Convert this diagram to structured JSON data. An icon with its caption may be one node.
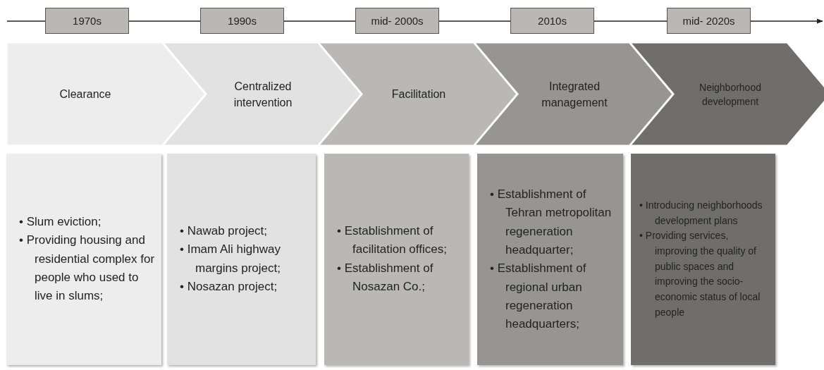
{
  "diagram": {
    "nodes": [
      {
        "text": [
          "1970s"
        ]
      },
      {
        "text": [
          "1990s"
        ]
      },
      {
        "text": [
          "mid- 2000s"
        ]
      },
      {
        "text": [
          "2010s"
        ]
      },
      {
        "text": [
          "mid- 2020s"
        ]
      },
      {
        "text": [
          "Clearance"
        ]
      },
      {
        "text": [
          "Centralized intervention"
        ]
      },
      {
        "text": [
          "Facilitation"
        ]
      },
      {
        "text": [
          "Integrated management"
        ]
      },
      {
        "text": [
          "Neighborhood development"
        ]
      },
      {
        "text": [
          "• Slum eviction;",
          "• Providing housing and residential complex for people who used to live in slums;"
        ]
      },
      {
        "text": [
          "• Nawab project;",
          "• Imam Ali highway margins project;",
          "• Nosazan project;"
        ]
      },
      {
        "text": [
          "• Establishment of facilitation offices;",
          "• Establishment of Nosazan Co.;"
        ]
      },
      {
        "text": [
          "• Establishment of Tehran metropolitan regeneration headquarter;",
          "• Establishment of regional urban regeneration headquarters;"
        ]
      },
      {
        "text": [
          "• Introducing neighborhoods development plans",
          "• Providing services, improving the quality of public spaces and improving the socio-economic status of local people"
        ]
      }
    ],
    "edges": [
      {
        "from": null,
        "to": 0,
        "arrow": "none"
      },
      {
        "from": 0,
        "to": 1,
        "arrow": "none"
      },
      {
        "from": 1,
        "to": 2,
        "arrow": "none"
      },
      {
        "from": 2,
        "to": 3,
        "arrow": "none"
      },
      {
        "from": 3,
        "to": 4,
        "arrow": "none"
      },
      {
        "from": 4,
        "to": null,
        "arrow": "to"
      }
    ]
  }
}
